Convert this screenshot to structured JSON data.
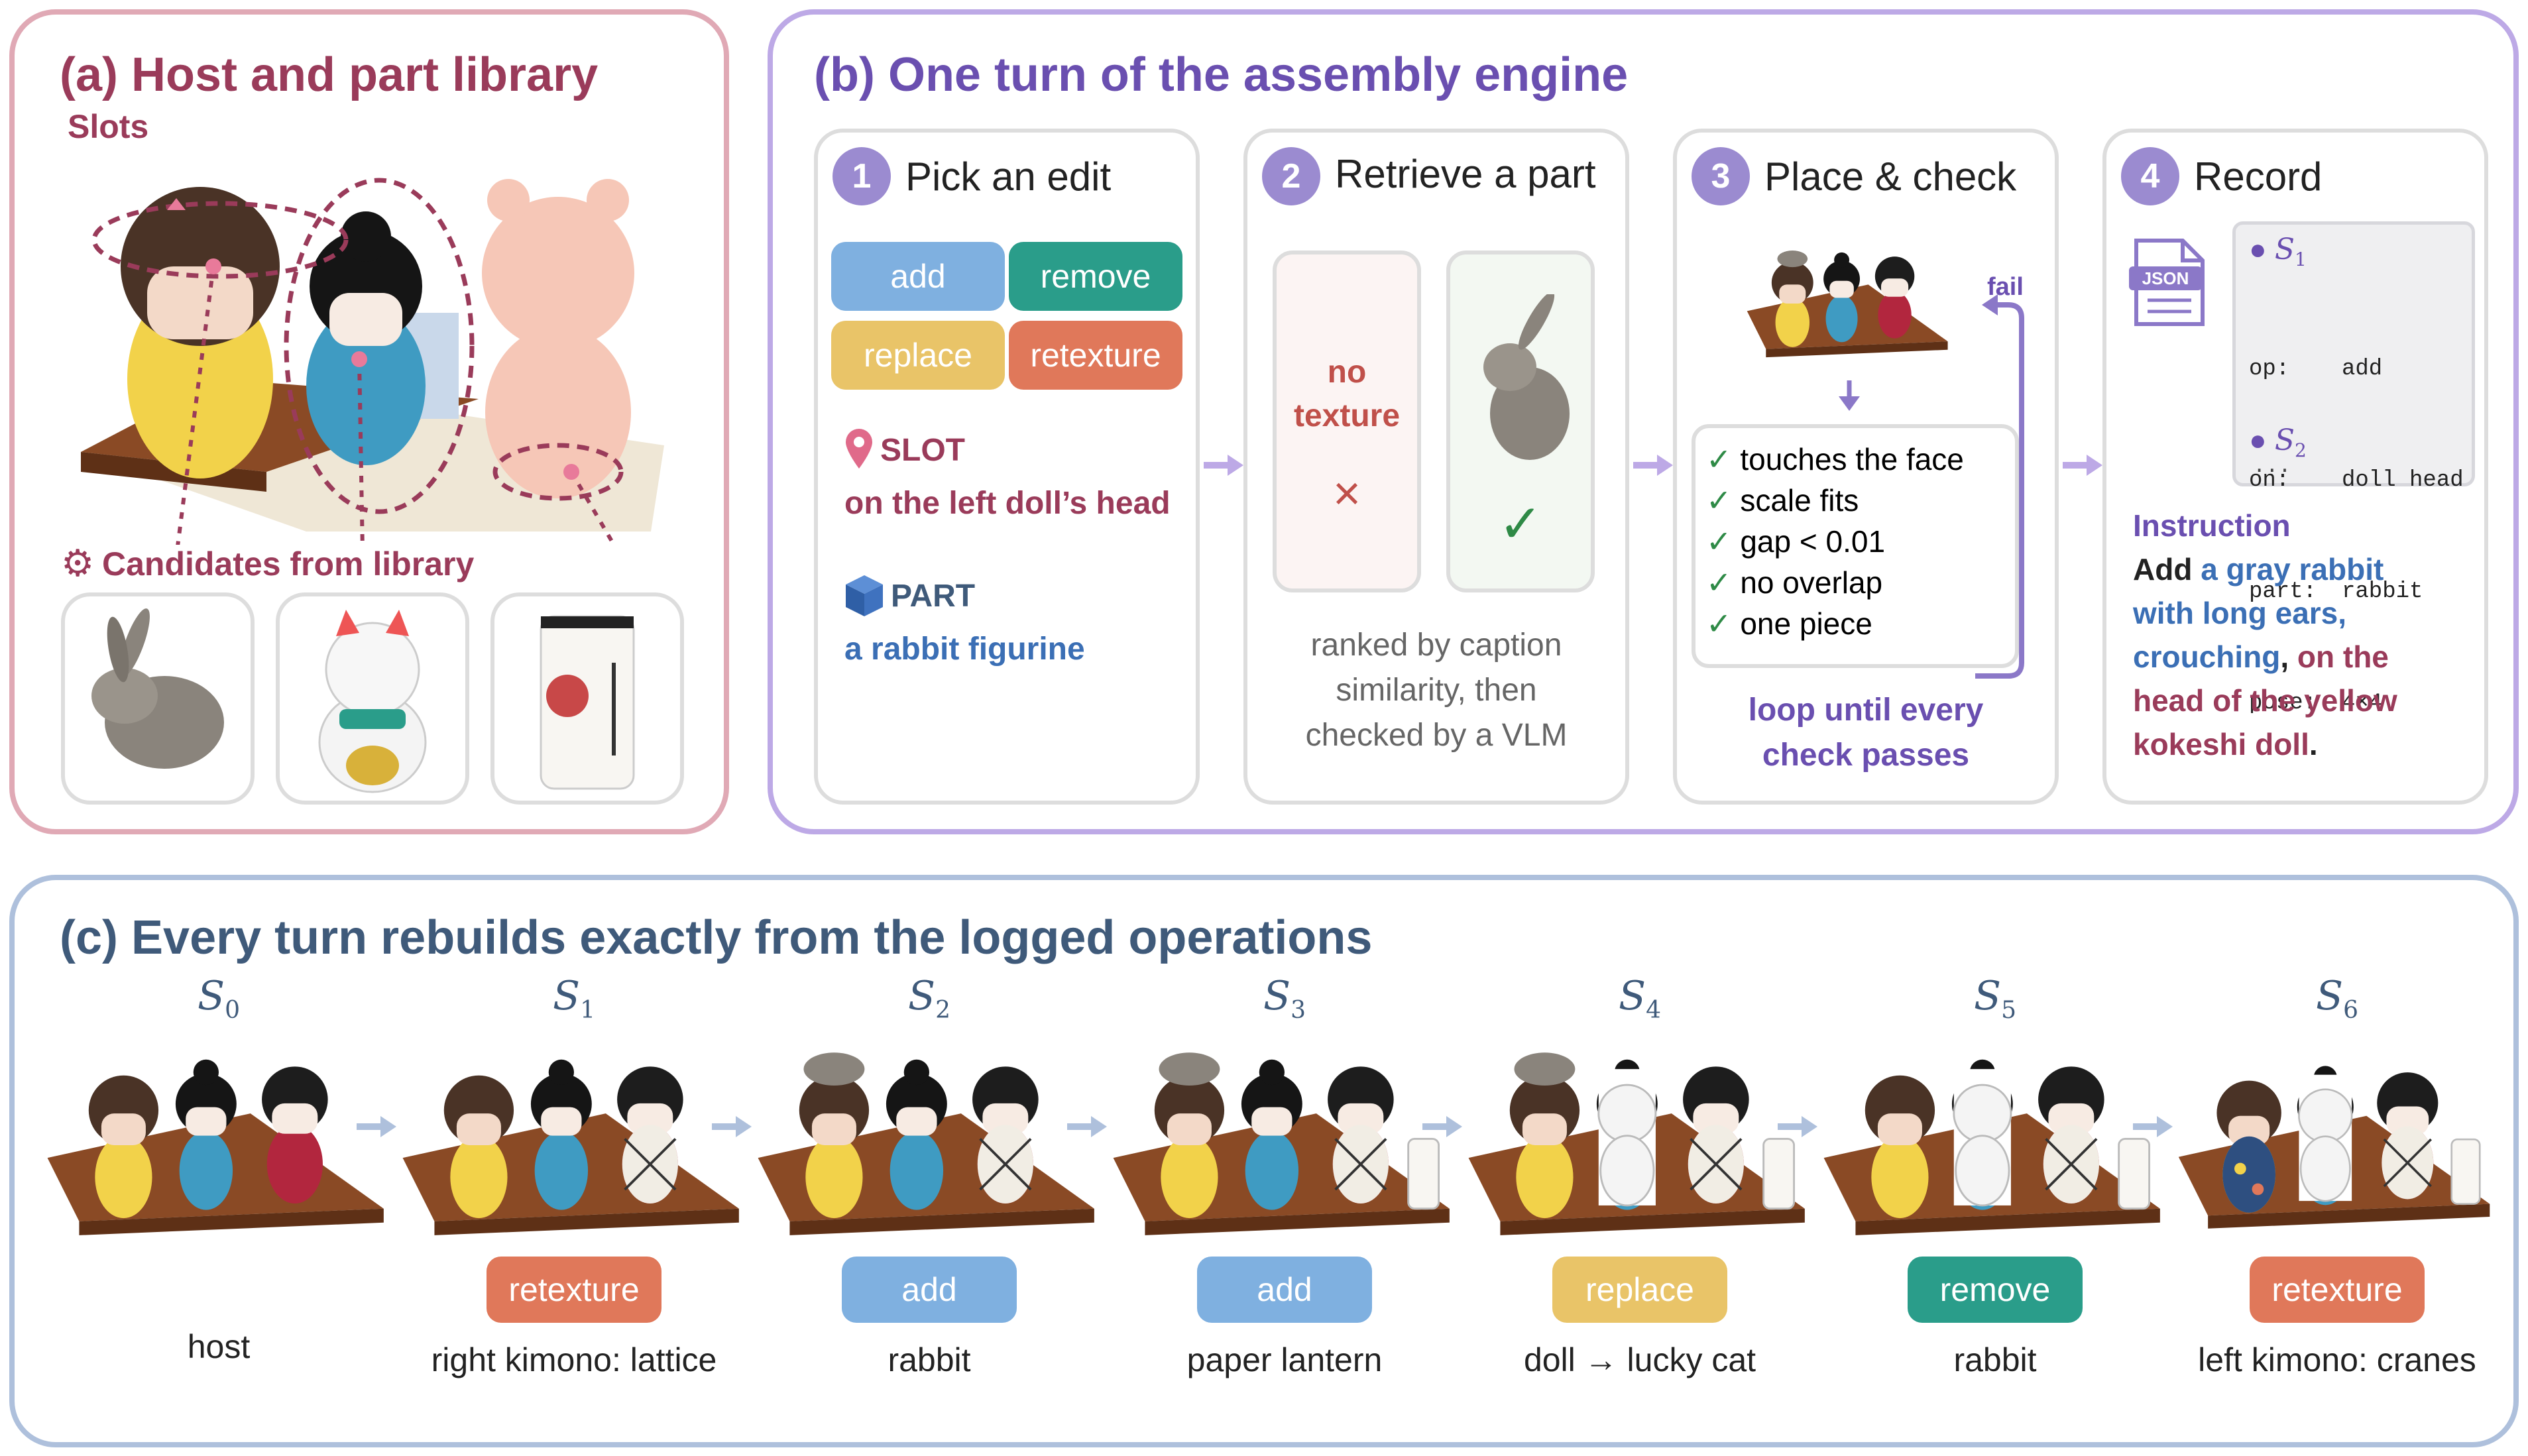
{
  "panel_a": {
    "title": "(a) Host and part library",
    "slots_label": "Slots",
    "candidates_label": "Candidates from library"
  },
  "panel_b": {
    "title": "(b) One turn of the assembly engine",
    "step1": {
      "num": "1",
      "title": "Pick an edit",
      "ops": [
        "add",
        "remove",
        "replace",
        "retexture"
      ],
      "slot_label": "SLOT",
      "slot_value": "on the left doll’s head",
      "part_label": "PART",
      "part_value": "a rabbit figurine"
    },
    "step2": {
      "num": "2",
      "title": "Retrieve a part",
      "reject_text_1": "no",
      "reject_text_2": "texture",
      "reject_mark": "×",
      "accept_mark": "✓",
      "caption_1": "ranked by caption",
      "caption_2": "similarity, then",
      "caption_3": "checked by a VLM"
    },
    "step3": {
      "num": "3",
      "title": "Place & check",
      "fail_label": "fail",
      "checks": [
        "touches the face",
        "scale fits",
        "gap < 0.01",
        "no overlap",
        "one piece"
      ],
      "check_mark": "✓",
      "caption_1": "loop until every",
      "caption_2": "check passes"
    },
    "step4": {
      "num": "4",
      "title": "Record",
      "json_badge": "JSON",
      "state1_label": "S",
      "state1_sub": "1",
      "fields": [
        {
          "key": "op:",
          "value": "add"
        },
        {
          "key": "on:",
          "value": "doll head"
        },
        {
          "key": "part:",
          "value": "rabbit"
        },
        {
          "key": "pose:",
          "value": "4×4"
        }
      ],
      "state2_label": "S",
      "state2_sub": "2",
      "ellipsis": "...",
      "instruction_label": "Instruction",
      "instruction_1a": "Add ",
      "instruction_1b": "a gray rabbit",
      "instruction_2": "with long ears,",
      "instruction_3a": "crouching",
      "instruction_3b": ", ",
      "instruction_3c": "on the",
      "instruction_4": "head of the yellow",
      "instruction_5a": "kokeshi doll",
      "instruction_5b": "."
    }
  },
  "panel_c": {
    "title": "(c) Every turn rebuilds exactly from the logged operations",
    "states": [
      {
        "s": "S",
        "sub": "0",
        "op": "",
        "desc": "host"
      },
      {
        "s": "S",
        "sub": "1",
        "op": "retexture",
        "desc": "right kimono: lattice"
      },
      {
        "s": "S",
        "sub": "2",
        "op": "add",
        "desc": "rabbit"
      },
      {
        "s": "S",
        "sub": "3",
        "op": "add",
        "desc": "paper lantern"
      },
      {
        "s": "S",
        "sub": "4",
        "op": "replace",
        "desc": "doll → lucky cat"
      },
      {
        "s": "S",
        "sub": "5",
        "op": "remove",
        "desc": "rabbit"
      },
      {
        "s": "S",
        "sub": "6",
        "op": "retexture",
        "desc": "left kimono: cranes"
      }
    ]
  },
  "colors": {
    "add": "#7fb0e0",
    "remove": "#2a9d8a",
    "replace": "#e9c468",
    "retexture": "#e0785a",
    "panel_a_border": "#e0a9b5",
    "panel_b_border": "#bda9e6",
    "panel_c_border": "#aec0dc",
    "maroon": "#9a3b5a",
    "purple": "#6a4fb0",
    "slate": "#3f5a7a",
    "blue": "#3b6fb5"
  }
}
